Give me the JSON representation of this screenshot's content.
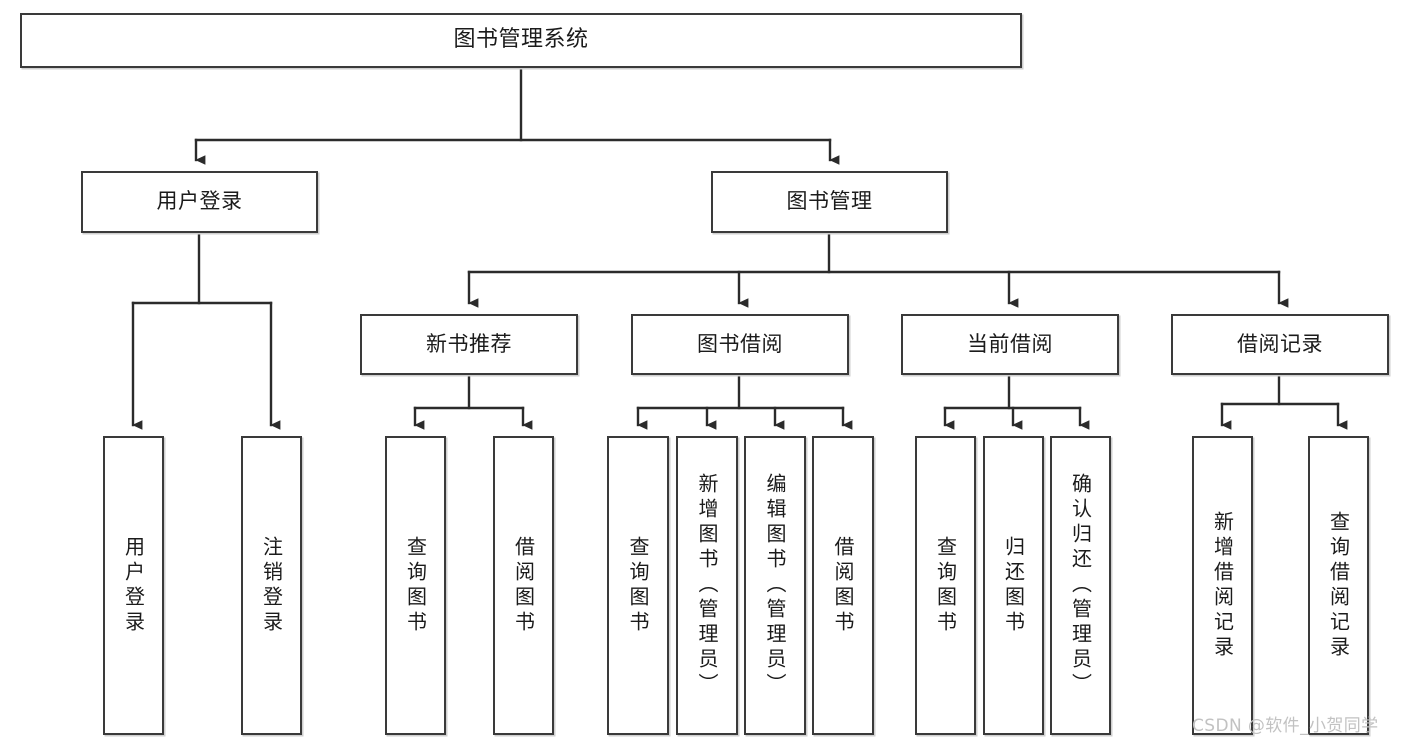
{
  "diagram": {
    "title": "图书管理系统",
    "type": "tree-hierarchy-diagram",
    "watermark": "CSDN @软件_小贺同学",
    "colors": {
      "box_border": "#3a3a3a",
      "box_fill": "#ffffff",
      "connector": "#2b2b2b",
      "text": "#1b1b1b",
      "watermark": "#c2c2c2",
      "page_background": "#ffffff"
    },
    "nodes": {
      "root": {
        "label": "图书管理系统"
      },
      "level2": [
        {
          "label": "用户登录"
        },
        {
          "label": "图书管理"
        }
      ],
      "level3": [
        {
          "label": "新书推荐"
        },
        {
          "label": "图书借阅"
        },
        {
          "label": "当前借阅"
        },
        {
          "label": "借阅记录"
        }
      ],
      "leaves": {
        "user_login": [
          {
            "label": "用户登录"
          },
          {
            "label": "注销登录"
          }
        ],
        "new_book_recommend": [
          {
            "label": "查询图书"
          },
          {
            "label": "借阅图书"
          }
        ],
        "book_borrow": [
          {
            "label": "查询图书"
          },
          {
            "label": "新增图书（管理员）"
          },
          {
            "label": "编辑图书（管理员）"
          },
          {
            "label": "借阅图书"
          }
        ],
        "current_borrow": [
          {
            "label": "查询图书"
          },
          {
            "label": "归还图书"
          },
          {
            "label": "确认归还（管理员）"
          }
        ],
        "borrow_records": [
          {
            "label": "新增借阅记录"
          },
          {
            "label": "查询借阅记录"
          }
        ]
      }
    }
  }
}
